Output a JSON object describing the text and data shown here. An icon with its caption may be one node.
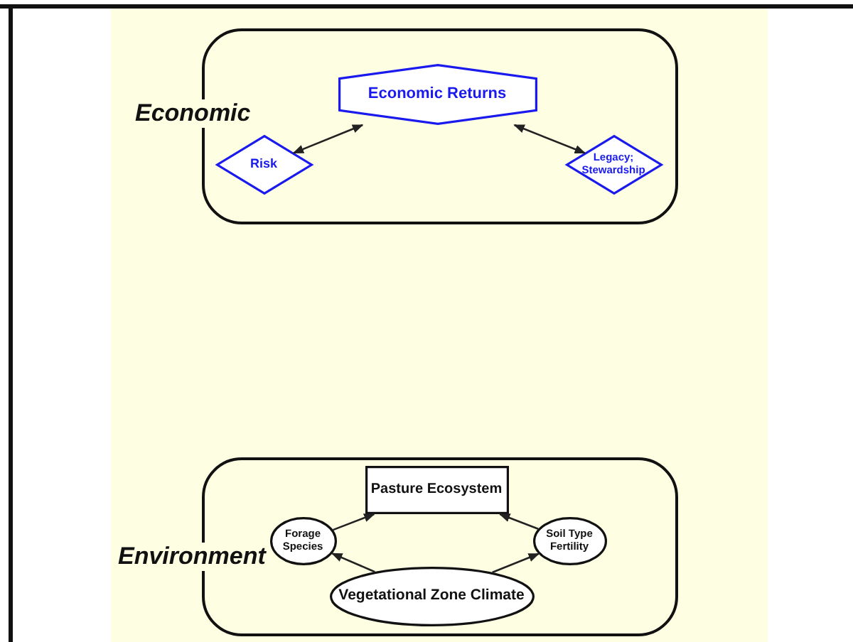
{
  "diagram": {
    "nodes": [
      {
        "text": [
          "Economic"
        ]
      },
      {
        "text": [
          "Economic Returns"
        ],
        "in": 0
      },
      {
        "text": [
          "Risk"
        ],
        "in": 0
      },
      {
        "text": [
          "Legacy; Stewardship"
        ],
        "in": 0
      },
      {
        "text": [
          "Environment"
        ]
      },
      {
        "text": [
          "Pasture Ecosystem"
        ],
        "in": 4
      },
      {
        "text": [
          "Forage Species"
        ],
        "in": 4
      },
      {
        "text": [
          "Soil Type Fertility"
        ],
        "in": 4
      },
      {
        "text": [
          "Vegetational Zone Climate"
        ],
        "in": 4
      }
    ],
    "edges": [
      {
        "from": 2,
        "to": 1,
        "arrow": "both"
      },
      {
        "from": 1,
        "to": 3,
        "arrow": "both"
      },
      {
        "from": 6,
        "to": 5,
        "arrow": "to"
      },
      {
        "from": 7,
        "to": 5,
        "arrow": "to"
      },
      {
        "from": 8,
        "to": 6,
        "arrow": "to"
      },
      {
        "from": 8,
        "to": 7,
        "arrow": "to"
      }
    ]
  }
}
